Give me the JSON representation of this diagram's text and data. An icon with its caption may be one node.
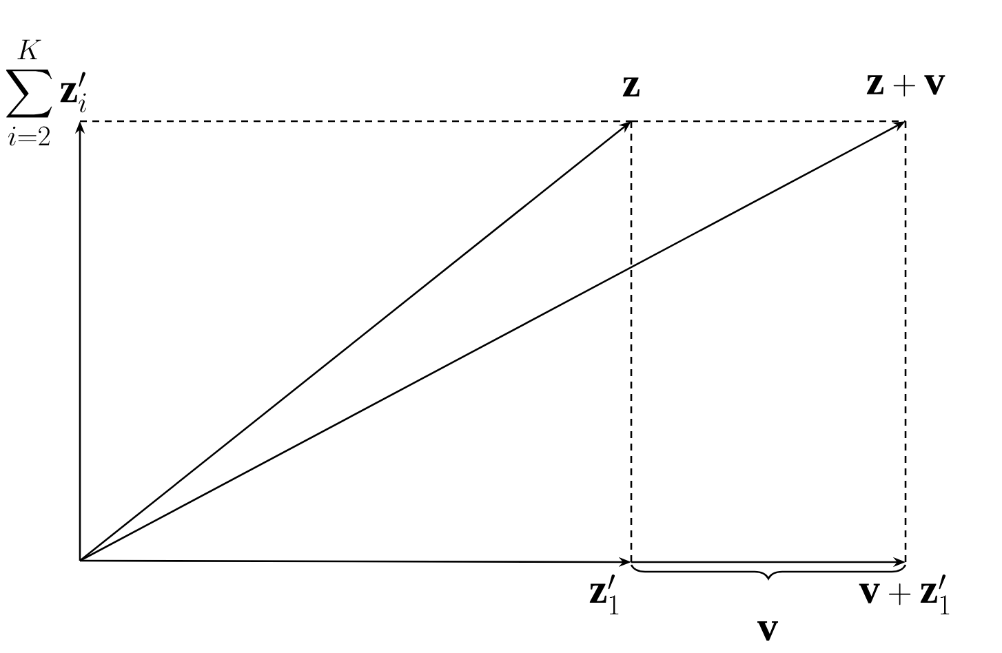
{
  "diagram": {
    "nodes": [
      {
        "text": [
          "\\sum_{i=2}^{K}\\mathbf{z}'_i"
        ]
      },
      {
        "text": [
          "\\mathbf{z}"
        ]
      },
      {
        "text": [
          "\\mathbf{z}+\\mathbf{v}"
        ]
      },
      {
        "text": [
          "\\mathbf{z}'_1"
        ]
      },
      {
        "text": [
          "\\mathbf{v}+\\mathbf{z}'_1"
        ]
      }
    ],
    "edges": [
      {
        "from": null,
        "to": 0,
        "arrow": "to"
      },
      {
        "from": null,
        "to": 1,
        "arrow": "to"
      },
      {
        "from": null,
        "to": 2,
        "arrow": "to"
      },
      {
        "from": null,
        "to": 3,
        "arrow": "to"
      },
      {
        "from": 3,
        "to": 4,
        "arrow": "to"
      },
      {
        "from": 0,
        "to": 1,
        "arrow": "none",
        "style": "dashed"
      },
      {
        "from": 1,
        "to": 2,
        "arrow": "none",
        "style": "dashed"
      },
      {
        "from": 1,
        "to": 3,
        "arrow": "none",
        "style": "dashed"
      },
      {
        "from": 2,
        "to": 4,
        "arrow": "none",
        "style": "dashed"
      }
    ],
    "labels": [
      "\\mathbf{v}"
    ]
  }
}
